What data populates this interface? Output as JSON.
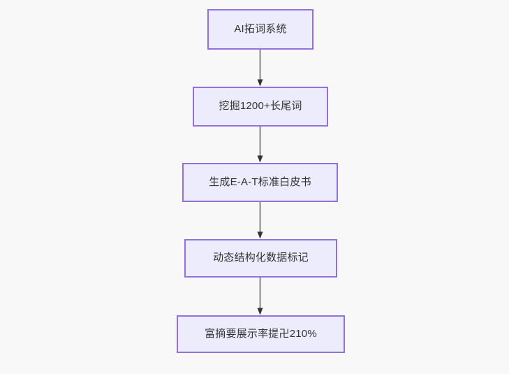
{
  "diagram": {
    "type": "flowchart",
    "direction": "top-to-bottom",
    "background_color": "#f8f8f8",
    "node_fill_color": "#ececfd",
    "node_border_color": "#9370db",
    "node_text_color": "#333333",
    "edge_line_color": "#666666",
    "edge_arrow_color": "#333333",
    "nodes": [
      {
        "id": "n0",
        "label": "AI拓词系统"
      },
      {
        "id": "n1",
        "label": "挖掘1200+长尾词"
      },
      {
        "id": "n2",
        "label": "生成E-A-T标准白皮书"
      },
      {
        "id": "n3",
        "label": "动态结构化数据标记"
      },
      {
        "id": "n4",
        "label": "富摘要展示率提卍210%"
      }
    ],
    "edges": [
      {
        "id": "e0",
        "from": "n0",
        "to": "n1"
      },
      {
        "id": "e1",
        "from": "n1",
        "to": "n2"
      },
      {
        "id": "e2",
        "from": "n2",
        "to": "n3"
      },
      {
        "id": "e3",
        "from": "n3",
        "to": "n4"
      }
    ]
  }
}
